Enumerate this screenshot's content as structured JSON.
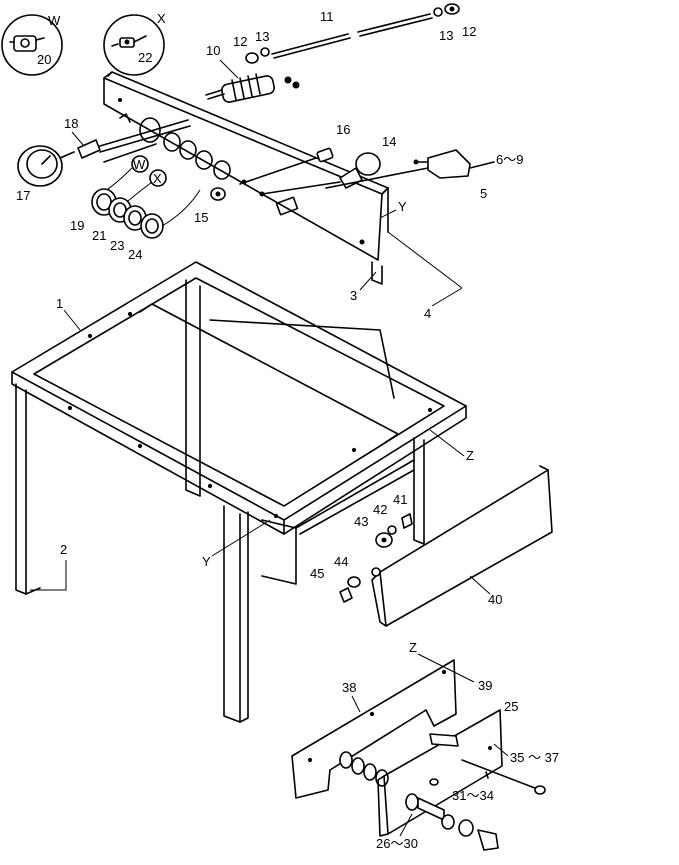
{
  "callouts": {
    "c1": "1",
    "c2": "2",
    "c3": "3",
    "c4": "4",
    "c5": "5",
    "c6_9": "6～9",
    "c10": "10",
    "c11": "11",
    "c12a": "12",
    "c12b": "12",
    "c13a": "13",
    "c13b": "13",
    "c14": "14",
    "c15": "15",
    "c16": "16",
    "c17": "17",
    "c18": "18",
    "c19": "19",
    "c20": "20",
    "c21": "21",
    "c22": "22",
    "c23": "23",
    "c24": "24",
    "c25": "25",
    "c26_30": "26～30",
    "c31_34": "31～34",
    "c35_37": "35 ～ 37",
    "c38": "38",
    "c39": "39",
    "c40": "40",
    "c41": "41",
    "c42": "42",
    "c43": "43",
    "c44": "44",
    "c45": "45"
  },
  "refs": {
    "w_circle": "W",
    "x_circle": "X",
    "w_mark": "W",
    "x_mark": "X",
    "y_top": "Y",
    "y_bottom": "Y",
    "z_frame": "Z",
    "z_plate": "Z"
  }
}
